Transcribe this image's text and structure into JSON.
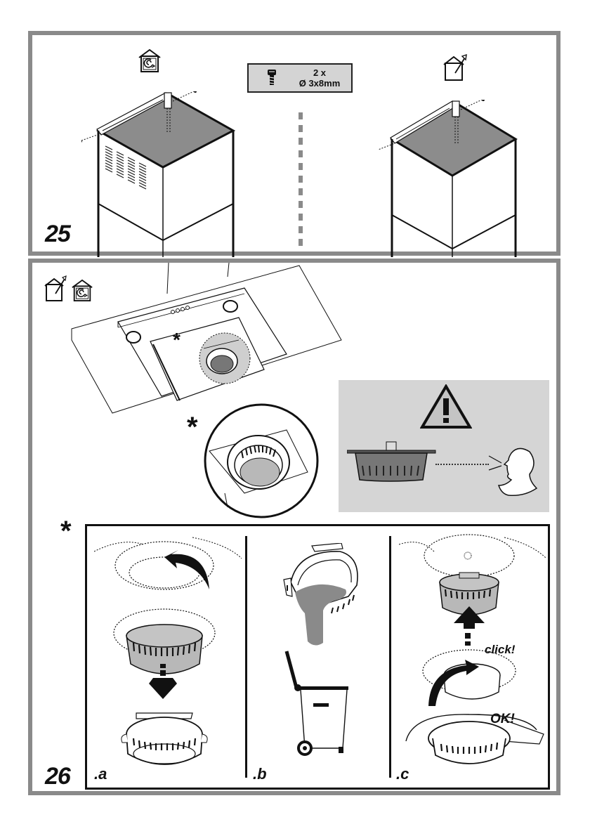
{
  "document": {
    "type": "installation-manual-page",
    "colors": {
      "panel_border": "#8a8a8a",
      "top_fill": "#8c8c8c",
      "filter_fill": "#b8b8b8",
      "warning_bg": "#d5d5d5",
      "screw_box_bg": "#d4d4d4",
      "grease_fill": "#8a8a8a",
      "ink": "#111111"
    }
  },
  "step25": {
    "number": "25",
    "left_mode_icon": "recirculation-icon",
    "right_mode_icon": "ducted-extraction-icon",
    "screw_spec": {
      "icon": "screw-icon",
      "quantity": "2 x",
      "size": "Ø 3x8mm"
    },
    "left_figure": "chimney-with-vents-top-view",
    "right_figure": "chimney-without-vents-top-view"
  },
  "step26": {
    "number": "26",
    "mode_icons": [
      "ducted-extraction-icon",
      "recirculation-icon"
    ],
    "hood_marker": "*",
    "zoom_marker": "*",
    "detail_marker": "*",
    "warning": {
      "icon": "warning-triangle-icon",
      "symbol": "!",
      "meaning": "check-grease-collector-level"
    },
    "substeps": [
      {
        "label": ".a",
        "action": "rotate-and-remove-collector"
      },
      {
        "label": ".b",
        "action": "empty-grease-into-bin"
      },
      {
        "label": ".c",
        "action": "reinsert-and-rotate",
        "callouts": [
          "click!",
          "OK!"
        ]
      }
    ]
  }
}
